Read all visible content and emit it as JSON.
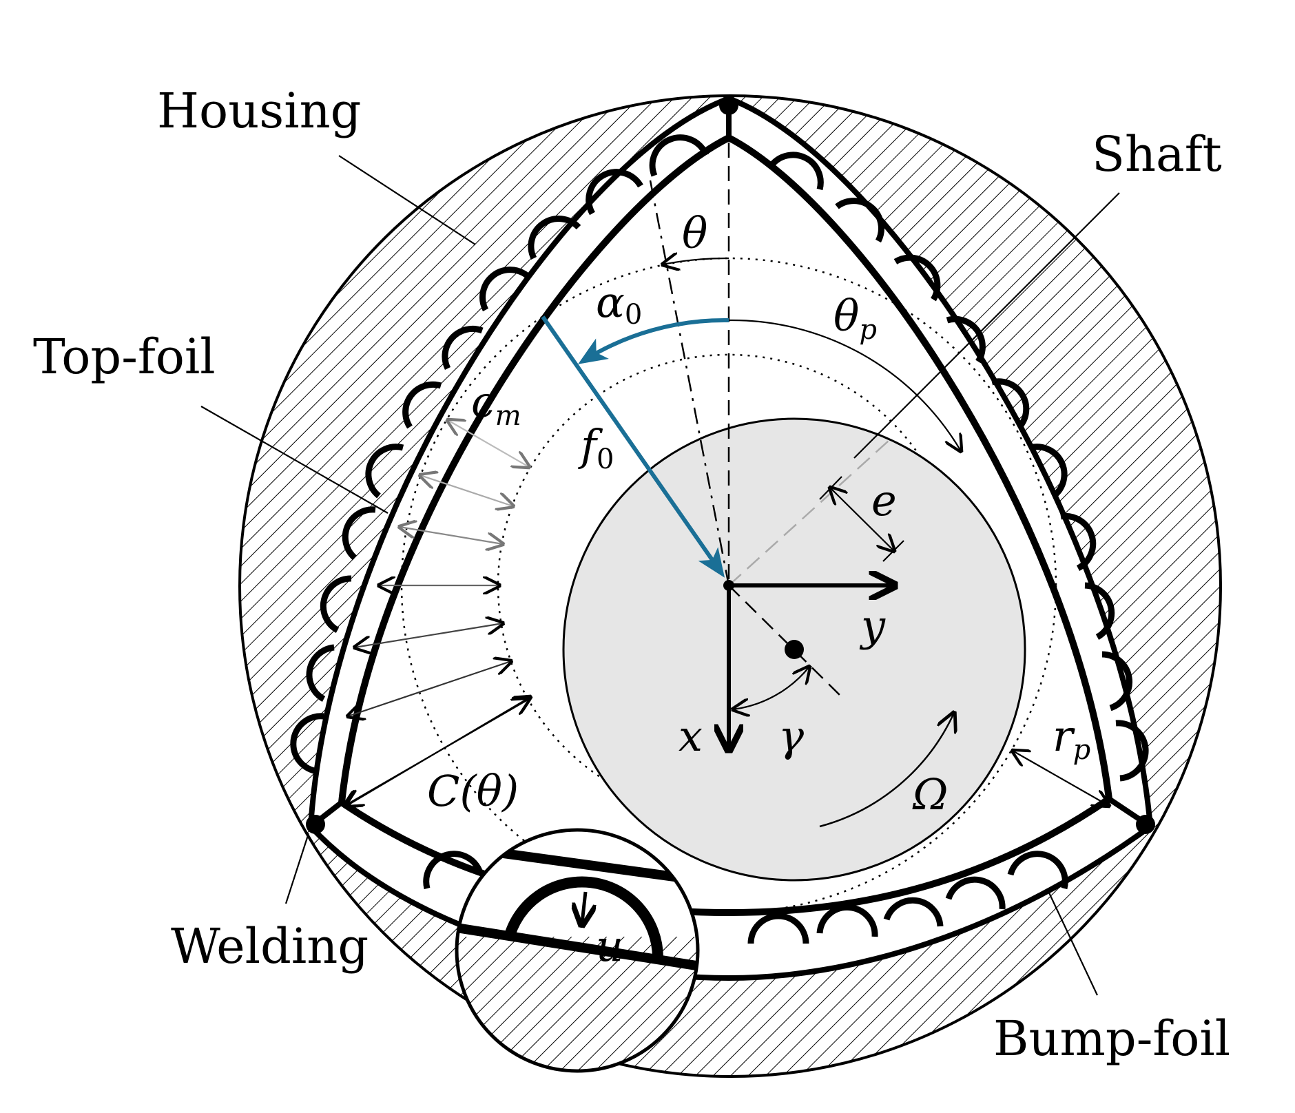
{
  "labels": {
    "housing": "Housing",
    "shaft": "Shaft",
    "top_foil": "Top-foil",
    "welding": "Welding",
    "bump_foil": "Bump-foil"
  },
  "symbols": {
    "theta": "θ",
    "alpha": "α",
    "alpha_sub": "0",
    "theta_p": "θ",
    "theta_p_sub": "p",
    "c_m": "c",
    "c_m_sub": "m",
    "f0": "f",
    "f0_sub": "0",
    "e": "e",
    "y": "y",
    "x": "x",
    "gamma": "γ",
    "C_theta": "C(θ)",
    "r_p": "r",
    "r_p_sub": "p",
    "omega": "Ω",
    "u": "u"
  },
  "colors": {
    "load_vector": "#1a6f96",
    "shaft_fill": "#e6e6e6",
    "ink": "#000000"
  }
}
